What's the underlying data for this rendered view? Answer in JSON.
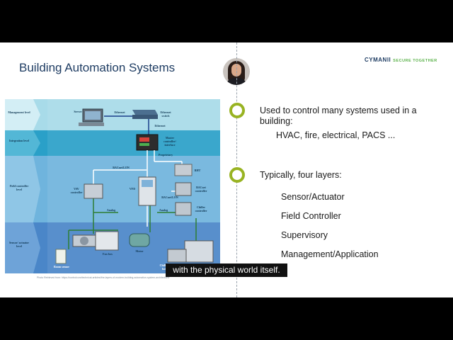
{
  "slide": {
    "title": "Building Automation Systems",
    "logo": {
      "brand": "CYMANII",
      "tagline": "SECURE TOGETHER"
    },
    "bullets": [
      {
        "text_line1": "Used to control many systems used in a",
        "text_line2": "building:",
        "detail": "HVAC, fire, electrical, PACS ..."
      },
      {
        "text": "Typically, four layers:",
        "items": [
          "Sensor/Actuator",
          "Field Controller",
          "Supervisory",
          "Management/Application"
        ]
      }
    ]
  },
  "diagram": {
    "levels": [
      "Management level",
      "Integration level",
      "Field controller level",
      "Sensor/ actuator level"
    ],
    "labels": {
      "server": "Server",
      "ethernet": "Ethernet",
      "ethernet_switch": "Ethernet switch",
      "ethernet2": "Ethernet",
      "master": "Master controller/ interface",
      "proprietary": "Proprietary",
      "bacnet1": "BACnet/LON",
      "vav": "VAV controller",
      "vfd": "VFD",
      "bacnet2": "BACnet controller",
      "analog1": "Analog",
      "analog2": "Analog",
      "bacnet3": "BACnet/LON",
      "chiller_ctrl": "Chiller controller",
      "rht": "RHT",
      "room": "Room sensor",
      "fan": "Fan box",
      "motor": "Motor",
      "chiller": "Chiller or boiler"
    },
    "caption": "Photo Retrieved from: https://controlcom/technical-articles/the-layers-of-modern-building-automation-system-architecture/"
  },
  "subtitle": "with the physical world itself."
}
